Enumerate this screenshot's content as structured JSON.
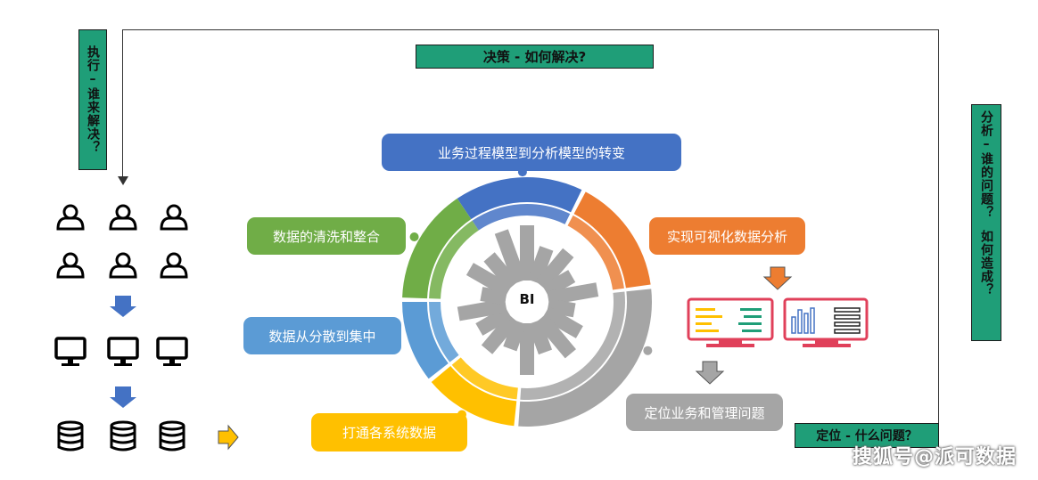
{
  "labels": {
    "execute": "执行–谁来解决？",
    "decision": "决策 - 如何解决?",
    "analysis_a": "分析–谁的问题？",
    "analysis_b": "如何造成？",
    "locate": "定位 - 什么问题？"
  },
  "pills": {
    "top": "业务过程模型到分析模型的转变",
    "clean": "数据的清洗和整合",
    "scatter": "数据从分散到集中",
    "connect": "打通各系统数据",
    "visual": "实现可视化数据分析",
    "position": "定位业务和管理问题"
  },
  "center": "BI",
  "watermark": "搜狐号@派可数据",
  "colors": {
    "teal": "#1f9e78",
    "blue": "#4472c4",
    "green": "#70ad47",
    "lightblue": "#5b9bd5",
    "yellow": "#ffc000",
    "orange": "#ed7d31",
    "gray": "#a5a5a5",
    "arrow_blue": "#4472c4",
    "arrow_orange": "#ed7d31",
    "arrow_yellow": "#ffc000",
    "monitor_red": "#e0405a"
  },
  "icons": [
    "user-icon",
    "monitor-icon",
    "database-icon",
    "chart-monitor-icon"
  ]
}
